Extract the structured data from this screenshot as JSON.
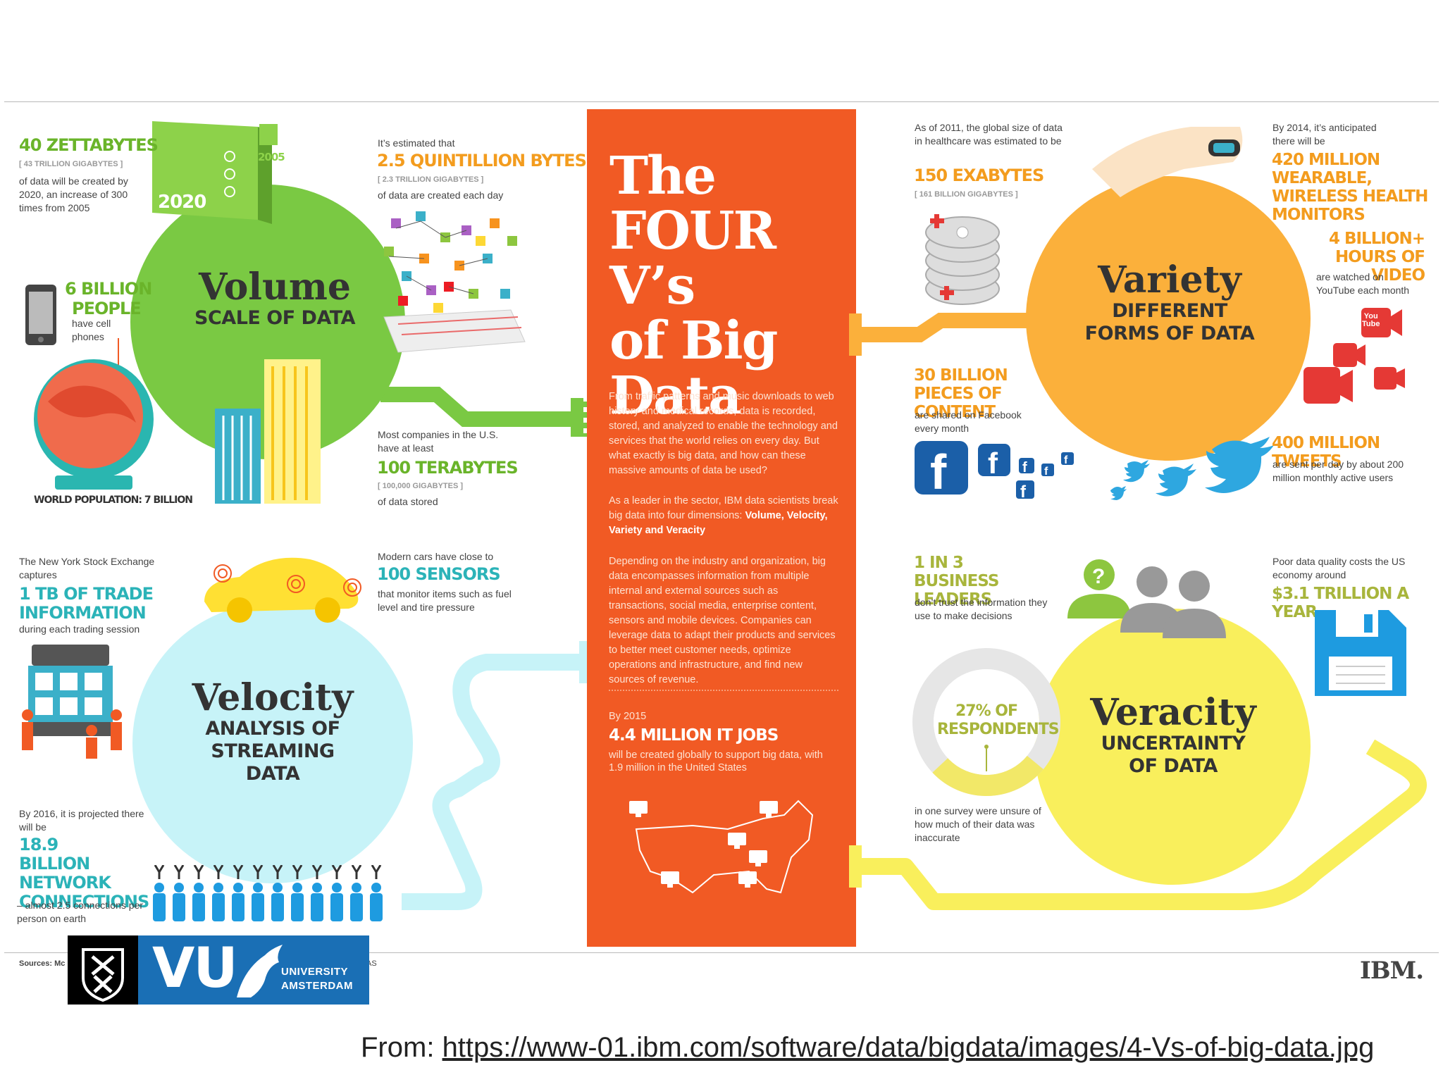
{
  "center": {
    "title_line1": "The",
    "title_line2": "FOUR V’s",
    "title_line3": "of Big",
    "title_line4": "Data",
    "para1": "From traffic patterns and music downloads to web history and medical records, data is recorded, stored, and analyzed to enable the technology and services that the world relies on every day. But what exactly is big data, and how can these massive amounts of data be used?",
    "para2_pre": "As a leader in the sector, IBM data scientists break big data into four dimensions:",
    "para2_bold": "Volume, Velocity, Variety and Veracity",
    "para3": "Depending on the industry and organization, big data encompasses information from multiple internal and external sources such as transactions, social media, enterprise content, sensors and mobile devices. Companies can leverage data to adapt their products and services to better meet customer needs, optimize operations and infrastructure, and find new sources of revenue.",
    "jobs_pre": "By 2015",
    "jobs_big": "4.4 MILLION IT JOBS",
    "jobs_post": "will be created globally to support big data, with 1.9 million in the United States"
  },
  "volume": {
    "title": "Volume",
    "subtitle": "SCALE OF DATA",
    "zetta_big": "40 ZETTABYTES",
    "zetta_small": "[ 43 TRILLION GIGABYTES ]",
    "zetta_text": "of data will be created by 2020, an increase of 300 times from 2005",
    "label_2020": "2020",
    "label_2005": "2005",
    "quint_pre": "It’s estimated that",
    "quint_big": "2.5 QUINTILLION BYTES",
    "quint_small": "[ 2.3 TRILLION GIGABYTES ]",
    "quint_text": "of data are created each day",
    "people_big1": "6 BILLION",
    "people_big2": "PEOPLE",
    "people_text": "have cell phones",
    "world": "WORLD POPULATION: 7 BILLION",
    "tb_pre": "Most companies in the U.S. have at least",
    "tb_big": "100 TERABYTES",
    "tb_small": "[ 100,000 GIGABYTES ]",
    "tb_text": "of data stored"
  },
  "variety": {
    "title": "Variety",
    "subtitle1": "DIFFERENT",
    "subtitle2": "FORMS OF DATA",
    "health_pre": "As of 2011, the global size of data in healthcare was estimated to be",
    "health_big": "150 EXABYTES",
    "health_small": "[ 161 BILLION GIGABYTES ]",
    "wear_pre": "By 2014, it’s anticipated there will be",
    "wear_big": "420 MILLION WEARABLE, WIRELESS HEALTH MONITORS",
    "video_big": "4 BILLION+ HOURS OF VIDEO",
    "video_text": "are watched on YouTube each month",
    "fb_big": "30 BILLION PIECES OF CONTENT",
    "fb_text": "are shared on Facebook every month",
    "tweet_big": "400 MILLION TWEETS",
    "tweet_text": "are sent per day by about 200 million monthly active users",
    "yt_label1": "You",
    "yt_label2": "Tube"
  },
  "velocity": {
    "title": "Velocity",
    "subtitle1": "ANALYSIS OF",
    "subtitle2": "STREAMING DATA",
    "nyse_pre": "The New York Stock Exchange captures",
    "nyse_big": "1 TB OF TRADE INFORMATION",
    "nyse_text": "during each trading session",
    "cars_pre": "Modern cars have close to",
    "cars_big": "100 SENSORS",
    "cars_text": "that monitor items such as fuel level and tire pressure",
    "net_pre": "By 2016, it is projected there will be",
    "net_big": "18.9 BILLION NETWORK CONNECTIONS",
    "net_text": "– almost 2.5 connections per person on earth"
  },
  "veracity": {
    "title": "Veracity",
    "subtitle1": "UNCERTAINTY",
    "subtitle2": "OF DATA",
    "leaders_big": "1 IN 3 BUSINESS LEADERS",
    "leaders_text": "don’t trust the information they use to make decisions",
    "poor_pre": "Poor data quality costs the US economy around",
    "poor_big": "$3.1 TRILLION A YEAR",
    "survey_big": "27% OF RESPONDENTS",
    "survey_text": "in one survey were unsure of how much of their data was inaccurate",
    "survey_fraction": 0.27
  },
  "footer": {
    "sources": "Sources: Mc",
    "sources_tail": "AS",
    "ibm": "IBM.",
    "vu_letters": "VU",
    "vu_line1": "UNIVERSITY",
    "vu_line2": "AMSTERDAM",
    "from_label": "From:",
    "url": "https://www-01.ibm.com/software/data/bigdata/images/4-Vs-of-big-data.jpg"
  },
  "colors": {
    "volume": "#7ac943",
    "variety": "#fbb03b",
    "velocity": "#c7f3f8",
    "veracity": "#f9ef5c",
    "center": "#f15a24",
    "vu_blue": "#1a6fb5"
  }
}
